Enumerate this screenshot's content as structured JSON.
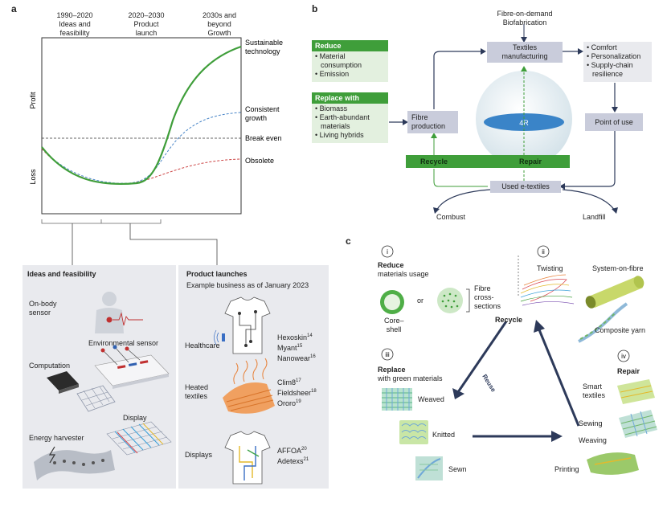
{
  "panel_a": {
    "letter": "a",
    "eras": [
      {
        "years": "1990–2020",
        "line2": "Ideas and",
        "line3": "feasibility"
      },
      {
        "years": "2020–2030",
        "line2": "Product",
        "line3": "launch"
      },
      {
        "years": "2030s and",
        "line2": "beyond",
        "line3": "Growth"
      }
    ],
    "y_profit": "Profit",
    "y_loss": "Loss",
    "curves": {
      "sustainable": [
        "Sustainable",
        "technology"
      ],
      "consistent": [
        "Consistent",
        "growth"
      ],
      "break_even": "Break even",
      "obsolete": "Obsolete"
    },
    "colors": {
      "green": "#3f9e3a",
      "blue": "#4a86c8",
      "red": "#cc4444"
    },
    "ideas_box": {
      "title": "Ideas and feasibility",
      "items": [
        "On-body",
        "sensor",
        "Computation",
        "Environmental sensor",
        "Display",
        "Energy harvester"
      ]
    },
    "product_box": {
      "title": "Product launches",
      "subtitle": "Example business as of January 2023",
      "categories": [
        {
          "name": "Healthcare",
          "companies": [
            {
              "n": "Hexoskin",
              "ref": "14"
            },
            {
              "n": "Myant",
              "ref": "15"
            },
            {
              "n": "Nanowear",
              "ref": "16"
            }
          ]
        },
        {
          "name": "Heated",
          "name2": "textiles",
          "companies": [
            {
              "n": "Clim8",
              "ref": "17"
            },
            {
              "n": "Fieldsheer",
              "ref": "18"
            },
            {
              "n": "Ororo",
              "ref": "19"
            }
          ]
        },
        {
          "name": "Displays",
          "companies": [
            {
              "n": "AFFOA",
              "ref": "20"
            },
            {
              "n": "Adetexs",
              "ref": "21"
            }
          ]
        }
      ]
    }
  },
  "panel_b": {
    "letter": "b",
    "top": [
      "Fibre-on-demand",
      "Biofabrication"
    ],
    "manufacturing": [
      "Textiles",
      "manufacturing"
    ],
    "reduce": {
      "title": "Reduce",
      "items": [
        [
          "Material",
          "consumption"
        ],
        [
          "Emission"
        ]
      ]
    },
    "replace": {
      "title": "Replace with",
      "items": [
        [
          "Biomass"
        ],
        [
          "Earth-abundant",
          "materials"
        ],
        [
          "Living hybrids"
        ]
      ]
    },
    "fibre_production": [
      "Fibre",
      "production"
    ],
    "benefits": [
      [
        "Comfort"
      ],
      [
        "Personalization"
      ],
      [
        "Supply-chain",
        "resilience"
      ]
    ],
    "point_of_use": "Point of use",
    "four_r": "4R",
    "recycle": "Recycle",
    "repair": "Repair",
    "used": "Used e-textiles",
    "combust": "Combust",
    "landfill": "Landfill"
  },
  "panel_c": {
    "letter": "c",
    "i": {
      "numeral": "i",
      "title": "Reduce",
      "sub": "materials usage",
      "core": [
        "Core–",
        "shell"
      ],
      "or": "or",
      "fibre": [
        "Fibre",
        "cross-",
        "sections"
      ]
    },
    "ii": {
      "numeral": "ii",
      "items": [
        "Twisting",
        "System-on-fibre",
        "Composite yarn"
      ]
    },
    "recycle": "Recycle",
    "reuse": "Reuse",
    "iii": {
      "numeral": "iii",
      "title": "Replace",
      "sub": "with green materials",
      "items": [
        "Weaved",
        "Knitted",
        "Sewn"
      ]
    },
    "iv": {
      "numeral": "iv",
      "title": "Repair",
      "items": [
        [
          "Smart",
          "textiles"
        ],
        [
          "Sewing"
        ],
        [
          "Weaving"
        ],
        [
          "Printing"
        ]
      ]
    }
  }
}
